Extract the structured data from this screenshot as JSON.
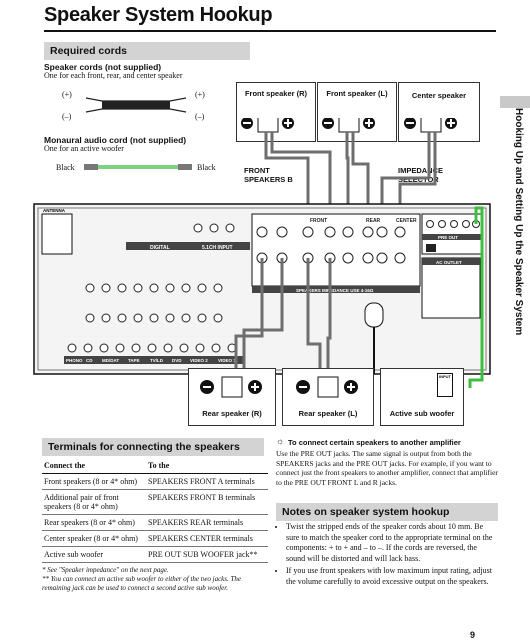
{
  "title": "Speaker System Hookup",
  "side_tab": "Hooking Up and Setting Up the Speaker System",
  "required": {
    "heading": "Required cords",
    "speaker_cords_title": "Speaker cords (not supplied)",
    "speaker_cords_desc": "One for each front, rear, and center speaker",
    "plus": "(+)",
    "minus": "(–)",
    "mono_title": "Monaural audio cord (not supplied)",
    "mono_desc": "One for an active woofer",
    "black": "Black"
  },
  "diagram": {
    "front_r": "Front speaker (R)",
    "front_l": "Front speaker (L)",
    "center": "Center speaker",
    "front_b": "FRONT SPEAKERS B",
    "impedance": "IMPEDANCE SELECTOR",
    "rear_r": "Rear speaker (R)",
    "rear_l": "Rear speaker (L)",
    "sub": "Active sub woofer",
    "input": "INPUT",
    "antenna": "ANTENNA",
    "digital": "DIGITAL",
    "input51": "5.1CH INPUT",
    "front": "FRONT",
    "rear": "REAR",
    "centre": "CENTER",
    "preout": "PRE OUT",
    "speakers_imp": "SPEAKERS  IMPEDANCE USE 4-16Ω",
    "ac_outlet": "AC OUTLET",
    "phono": "PHONO",
    "cd": "CD",
    "md": "MD/DAT",
    "tape": "TAPE",
    "tvld": "TV/LD",
    "dvd": "DVD",
    "video2": "VIDEO 2",
    "video1": "VIDEO 1"
  },
  "terminals": {
    "heading": "Terminals for connecting the speakers",
    "col1": "Connect the",
    "col2": "To the",
    "rows": [
      [
        "Front speakers (8 or 4* ohm)",
        "SPEAKERS FRONT A terminals"
      ],
      [
        "Additional pair of front speakers (8 or 4* ohm)",
        "SPEAKERS FRONT B terminals"
      ],
      [
        "Rear speakers (8 or 4* ohm)",
        "SPEAKERS REAR terminals"
      ],
      [
        "Center speaker (8 or 4* ohm)",
        "SPEAKERS CENTER terminals"
      ],
      [
        "Active sub woofer",
        "PRE OUT SUB WOOFER jack**"
      ]
    ],
    "note1": "* See \"Speaker impedance\" on the next page.",
    "note2": "** You can connect an active sub woofer to either of the two jacks. The remaining jack can be used to connect a second active sub woofer."
  },
  "tip": {
    "title": "To connect certain speakers to another amplifier",
    "body": "Use the PRE OUT jacks. The same signal is output from both the SPEAKERS jacks and the PRE OUT jacks. For example, if you want to connect just the front speakers to another amplifier, connect that amplifier to the PRE OUT FRONT L and R jacks."
  },
  "notes": {
    "heading": "Notes on speaker system hookup",
    "items": [
      "Twist the stripped ends of the speaker cords about 10 mm. Be sure to match the speaker cord to the appropriate terminal on the components: + to + and – to –. If the cords are reversed, the sound will be distorted and will lack bass.",
      "If you use front speakers with low maximum input rating, adjust the volume carefully to avoid excessive output on the speakers."
    ]
  },
  "page_number": "9",
  "colors": {
    "wire_gray": "#6e6e6e",
    "sub_green": "#3fbf3f",
    "header_gray": "#d3d3d3"
  }
}
